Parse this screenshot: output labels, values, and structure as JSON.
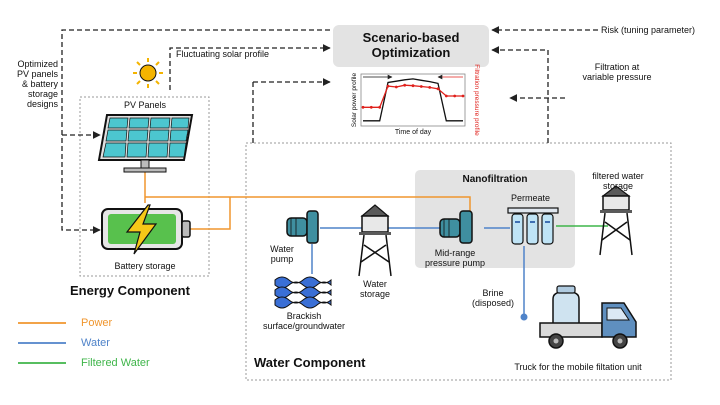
{
  "colors": {
    "power": "#f0962e",
    "water": "#4f83c9",
    "filtered_water": "#3fb54a",
    "dashed": "#222222",
    "zone_border": "#9a9a9a",
    "opt_box": "#e3e3e3"
  },
  "optimization": {
    "line1": "Scenario-based",
    "line2": "Optimization"
  },
  "inputs": {
    "risk": "Risk (tuning parameter)",
    "filtration_line1": "Filtration at",
    "filtration_line2": "variable pressure",
    "solar_profile": "Fluctuating solar profile",
    "designs_line1": "Optimized",
    "designs_line2": "PV panels",
    "designs_line3": "& battery",
    "designs_line4": "storage",
    "designs_line5": "designs"
  },
  "energy": {
    "title": "Energy Component",
    "pv_label": "PV Panels",
    "battery_label": "Battery storage"
  },
  "water": {
    "title": "Water Component",
    "pump_line1": "Water",
    "pump_line2": "pump",
    "source_line1": "Brackish",
    "source_line2": "surface/groundwater",
    "storage_line1": "Water",
    "storage_line2": "storage",
    "nf_title": "Nanofiltration",
    "pp_line1": "Mid-range",
    "pp_line2": "pressure pump",
    "permeate": "Permeate",
    "filtered_line1": "filtered water",
    "filtered_line2": "storage",
    "brine_line1": "Brine",
    "brine_line2": "(disposed)",
    "truck_label": "Truck for the mobile filtation unit"
  },
  "legend": [
    {
      "label": "Power",
      "color": "#f0962e"
    },
    {
      "label": "Water",
      "color": "#4f83c9"
    },
    {
      "label": "Filtered Water",
      "color": "#3fb54a"
    }
  ],
  "chart_data": {
    "type": "line",
    "xlabel": "Time of day",
    "ylabel_left": "Solar power profile",
    "ylabel_right": "Filtration pressure profile",
    "series": [
      {
        "role": "solar-power",
        "color": "#111111",
        "x": [
          0,
          1,
          2,
          3,
          4,
          5,
          6,
          7,
          8,
          9,
          10,
          11,
          12
        ],
        "y": [
          0.05,
          0.05,
          0.05,
          0.9,
          0.93,
          0.96,
          0.98,
          0.95,
          0.92,
          0.88,
          0.05,
          0.05,
          0.05
        ]
      },
      {
        "role": "filtration-pressure",
        "color": "#e0201b",
        "x": [
          0,
          1,
          2,
          3,
          4,
          5,
          6,
          7,
          8,
          9,
          10,
          11,
          12
        ],
        "y": [
          0.35,
          0.35,
          0.35,
          0.82,
          0.8,
          0.84,
          0.83,
          0.81,
          0.79,
          0.76,
          0.6,
          0.6,
          0.6
        ]
      }
    ]
  }
}
